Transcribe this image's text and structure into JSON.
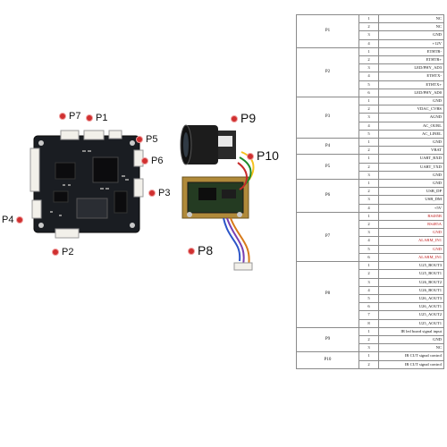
{
  "labels": {
    "p7": "P7",
    "p1": "P1",
    "p5": "P5",
    "p6": "P6",
    "p3": "P3",
    "p4": "P4",
    "p2": "P2",
    "p9": "P9",
    "p10": "P10",
    "p8": "P8"
  },
  "colors": {
    "accent_red": "#c01818",
    "board": "#1a1d22",
    "connector": "#f2f0ea"
  },
  "pin_groups": [
    {
      "name": "P1",
      "pins": [
        {
          "num": "1",
          "signal": "NC"
        },
        {
          "num": "2",
          "signal": "NC"
        },
        {
          "num": "3",
          "signal": "GND"
        },
        {
          "num": "4",
          "signal": "+12V"
        }
      ]
    },
    {
      "name": "P2",
      "pins": [
        {
          "num": "1",
          "signal": "ETHTR-"
        },
        {
          "num": "2",
          "signal": "ETHTR+"
        },
        {
          "num": "3",
          "signal": "LED/PHY_AD3"
        },
        {
          "num": "4",
          "signal": "ETHTX-"
        },
        {
          "num": "5",
          "signal": "ETHTX+"
        },
        {
          "num": "6",
          "signal": "LED/PHY_AD0"
        }
      ]
    },
    {
      "name": "P3",
      "pins": [
        {
          "num": "1",
          "signal": "GND"
        },
        {
          "num": "2",
          "signal": "VDAC_CVBS"
        },
        {
          "num": "3",
          "signal": "AGND"
        },
        {
          "num": "4",
          "signal": "AC_OURL"
        },
        {
          "num": "5",
          "signal": "AC_LINEL"
        }
      ]
    },
    {
      "name": "P4",
      "pins": [
        {
          "num": "1",
          "signal": "GND"
        },
        {
          "num": "2",
          "signal": "VBAT"
        }
      ]
    },
    {
      "name": "P5",
      "pins": [
        {
          "num": "1",
          "signal": "UART_RXD"
        },
        {
          "num": "2",
          "signal": "UART_TXD"
        },
        {
          "num": "3",
          "signal": "GND"
        }
      ]
    },
    {
      "name": "P6",
      "pins": [
        {
          "num": "1",
          "signal": "GND"
        },
        {
          "num": "2",
          "signal": "USB_DP"
        },
        {
          "num": "3",
          "signal": "USB_DM"
        },
        {
          "num": "4",
          "signal": "+5V"
        }
      ]
    },
    {
      "name": "P7",
      "pins": [
        {
          "num": "1",
          "signal": "RS485B",
          "red": true
        },
        {
          "num": "2",
          "signal": "RS485A",
          "red": true
        },
        {
          "num": "3",
          "signal": "GND",
          "red": true
        },
        {
          "num": "4",
          "signal": "ALARM_IN1",
          "red": true
        },
        {
          "num": "5",
          "signal": "GND",
          "red": true
        },
        {
          "num": "6",
          "signal": "ALARM_IN1",
          "red": true
        }
      ]
    },
    {
      "name": "P8",
      "pins": [
        {
          "num": "1",
          "signal": "U25_BOUT3"
        },
        {
          "num": "2",
          "signal": "U25_BOUT1"
        },
        {
          "num": "3",
          "signal": "U26_BOUT2"
        },
        {
          "num": "4",
          "signal": "U26_BOUT1"
        },
        {
          "num": "5",
          "signal": "U26_AOUT3"
        },
        {
          "num": "6",
          "signal": "U26_AOUT1"
        },
        {
          "num": "7",
          "signal": "U25_AOUT2"
        },
        {
          "num": "8",
          "signal": "U25_AOUT1"
        }
      ]
    },
    {
      "name": "P9",
      "pins": [
        {
          "num": "1",
          "signal": "IR led board signal input"
        },
        {
          "num": "2",
          "signal": "GND"
        },
        {
          "num": "3",
          "signal": "NC"
        }
      ]
    },
    {
      "name": "P10",
      "pins": [
        {
          "num": "1",
          "signal": "IR CUT signal control"
        },
        {
          "num": "2",
          "signal": "IR CUT signal control"
        }
      ]
    }
  ]
}
